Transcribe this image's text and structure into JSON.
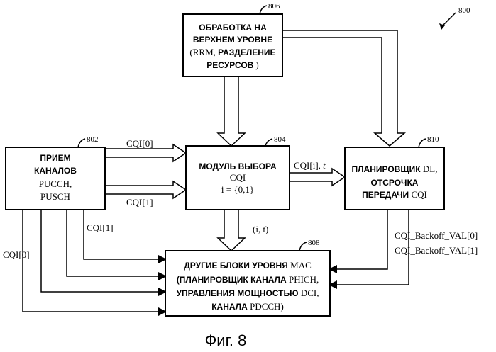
{
  "figure_number": "800",
  "caption": "Фиг. 8",
  "blocks": {
    "upper": {
      "ref": "806",
      "line1": "ОБРАБОТКА НА",
      "line2": "ВЕРХНЕМ УРОВНЕ",
      "line3a": "(RRM, ",
      "line3b": "РАЗДЕЛЕНИЕ",
      "line4a": "РЕСУРСОВ",
      "line4b": ")"
    },
    "reception": {
      "ref": "802",
      "line1": "ПРИЕМ",
      "line2": "КАНАЛОВ",
      "line3": "PUCCH,",
      "line4": "PUSCH"
    },
    "selection": {
      "ref": "804",
      "line1": "МОДУЛЬ ВЫБОРА",
      "line2": "CQI",
      "line3": "i = {0,1}"
    },
    "scheduler": {
      "ref": "810",
      "line1a": "ПЛАНИРОВЩИК ",
      "line1b": "DL,",
      "line2": "ОТСРОЧКА",
      "line3a": "ПЕРЕДАЧИ ",
      "line3b": "CQI"
    },
    "mac": {
      "ref": "808",
      "line1a": "ДРУГИЕ БЛОКИ УРОВНЯ ",
      "line1b": "MAC",
      "line2a": "(ПЛАНИРОВЩИК КАНАЛА ",
      "line2b": "PHICH,",
      "line3a": "УПРАВЛЕНИЯ МОЩНОСТЬЮ ",
      "line3b": "DCI,",
      "line4a": "КАНАЛА ",
      "line4b": "PDCCH)"
    }
  },
  "labels": {
    "cqi0_top": "CQI[0]",
    "cqi1_mid": "CQI[1]",
    "cqi_i_t": "CQI[i], ",
    "t_italic": "t",
    "i_t": "(i, t)",
    "cqi1_left": "CQI[1]",
    "cqi0_left": "CQI[0]",
    "backoff0": "CQI_Backoff_VAL[0]",
    "backoff1": "CQI_Backoff_VAL[1]"
  }
}
